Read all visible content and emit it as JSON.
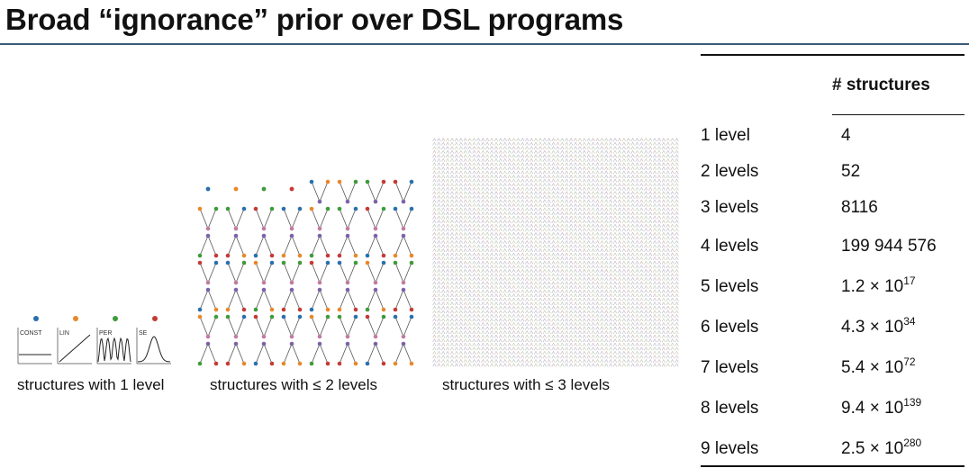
{
  "title": "Broad “ignorance” prior over DSL programs",
  "kernels": [
    {
      "label": "CONST",
      "color": "#2a6fad"
    },
    {
      "label": "LIN",
      "color": "#e8872a"
    },
    {
      "label": "PER",
      "color": "#3f9a3a"
    },
    {
      "label": "SE",
      "color": "#c43a36"
    }
  ],
  "captions": {
    "one_level": "structures with 1 level",
    "two_levels": "structures with ≤ 2 levels",
    "three_levels": "structures with ≤ 3 levels"
  },
  "table": {
    "header": "# structures",
    "rows": [
      {
        "label": "1 level",
        "value": "4",
        "exp": ""
      },
      {
        "label": "2 levels",
        "value": "52",
        "exp": ""
      },
      {
        "label": "3 levels",
        "value": "8116",
        "exp": ""
      },
      {
        "label": "4 levels",
        "value": "199 944 576",
        "exp": ""
      },
      {
        "label": "5 levels",
        "value": "1.2 × 10",
        "exp": "17"
      },
      {
        "label": "6 levels",
        "value": "4.3 × 10",
        "exp": "34"
      },
      {
        "label": "7 levels",
        "value": "5.4 × 10",
        "exp": "72"
      },
      {
        "label": "8 levels",
        "value": "9.4 × 10",
        "exp": "139"
      },
      {
        "label": "9 levels",
        "value": "2.5 × 10",
        "exp": "280"
      }
    ]
  }
}
